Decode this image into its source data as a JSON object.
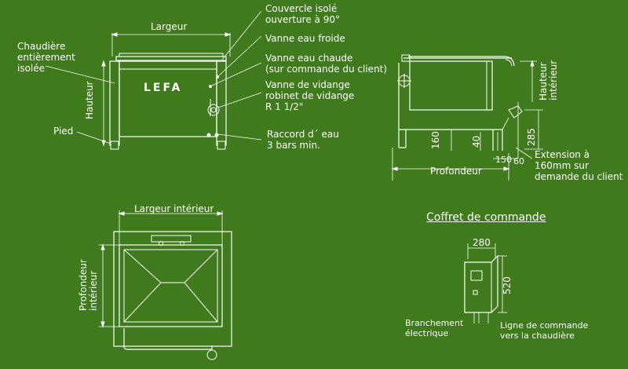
{
  "labels": {
    "largeur": "Largeur",
    "hauteur": "Hauteur",
    "chaudiere": "Chaudière\nentièrement\nisolée",
    "pied": "Pied",
    "couvercle": "Couvercle isolé\nouverture à 90°",
    "vanne_froide": "Vanne eau froide",
    "vanne_chaude": "Vanne eau chaude\n(sur commande du client)",
    "vanne_vidange": "Vanne de vidange\nrobinet de vidange\nR 1 1/2\"",
    "raccord": "Raccord d´ eau\n3 bars min.",
    "brand": "LEFA",
    "hauteur_interieur": "Hauteur\nintérieur",
    "profondeur": "Profondeur",
    "extension": "Extension à\n160mm sur\ndemande du client",
    "largeur_interieur": "Largeur intérieur",
    "profondeur_interieur": "Profondeur\nintérieur",
    "coffret_title": "Coffret de commande",
    "branchement": "Branchement\nélectrique",
    "ligne": "Ligne de commande\nvers la chaudière"
  },
  "dims": {
    "d160": "160",
    "d40": "40",
    "d285": "285",
    "d150": "150",
    "d60": "60",
    "d280": "280",
    "d520": "520"
  },
  "colors": {
    "background": "#3f7a1d",
    "line": "#ffffff"
  }
}
